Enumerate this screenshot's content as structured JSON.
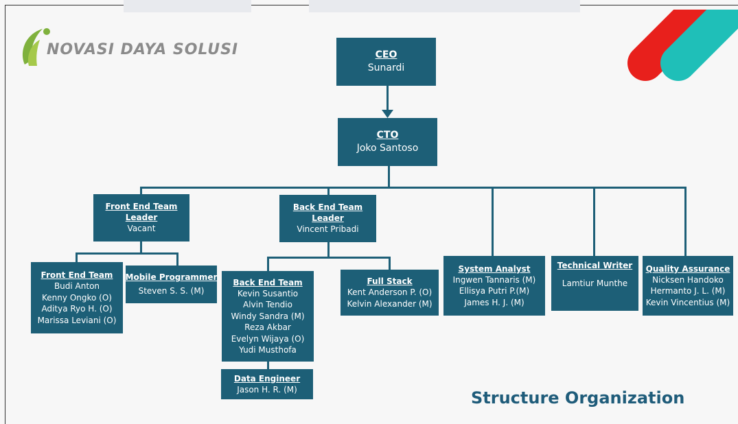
{
  "logo": {
    "text": "NOVASI DAYA SOLUSI",
    "colors": {
      "green": "#7fb13d",
      "text": "#8b8b8b"
    }
  },
  "heading": "Structure Organization",
  "colors": {
    "box": "#1d5f77",
    "line": "#1d5f77",
    "heading": "#1f5c7a",
    "deco_red": "#e8201c",
    "deco_teal": "#1fbfb8"
  },
  "nodes": {
    "ceo": {
      "title": "CEO",
      "members": [
        "Sunardi"
      ]
    },
    "cto": {
      "title": "CTO",
      "members": [
        "Joko Santoso"
      ]
    },
    "fe_leader": {
      "title": "Front End Team Leader",
      "members": [
        "Vacant"
      ]
    },
    "be_leader": {
      "title": "Back End Team Leader",
      "members": [
        "Vincent Pribadi"
      ]
    },
    "system_analyst": {
      "title": "System Analyst",
      "members": [
        "Ingwen Tannaris (M)",
        "Ellisya Putri P.(M)",
        "James H. J. (M)"
      ]
    },
    "technical_writer": {
      "title": "Technical Writer",
      "members": [
        "Lamtiur Munthe"
      ]
    },
    "qa": {
      "title": "Quality Assurance",
      "members": [
        "Nicksen Handoko",
        "Hermanto J. L. (M)",
        "Kevin Vincentius (M)"
      ]
    },
    "fe_team": {
      "title": "Front End Team",
      "members": [
        "Budi Anton",
        "Kenny Ongko (O)",
        "Aditya Ryo H. (O)",
        "Marissa Leviani (O)"
      ]
    },
    "mobile": {
      "title": "Mobile Programmer",
      "members": [
        "Steven S. S. (M)"
      ]
    },
    "be_team": {
      "title": "Back End Team",
      "members": [
        "Kevin Susantio",
        "Alvin Tendio",
        "Windy Sandra (M)",
        "Reza Akbar",
        "Evelyn Wijaya (O)",
        "Yudi Musthofa"
      ]
    },
    "full_stack": {
      "title": "Full Stack",
      "members": [
        "Kent Anderson P. (O)",
        "Kelvin Alexander (M)"
      ]
    },
    "data_engineer": {
      "title": "Data Engineer",
      "members": [
        "Jason H. R. (M)"
      ]
    }
  }
}
